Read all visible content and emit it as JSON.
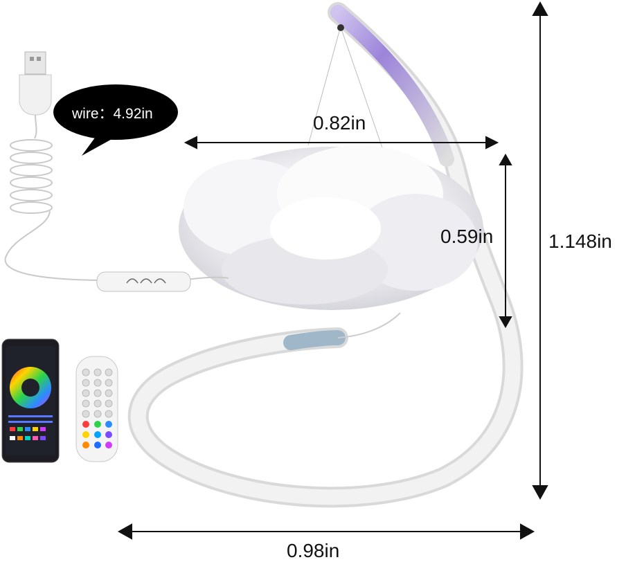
{
  "labels": {
    "wire": "wire：4.92in",
    "width_top": "0.82in",
    "cloud_height": "0.59in",
    "total_height": "1.148in",
    "base_width": "0.98in"
  },
  "colors": {
    "arrow": "#111111",
    "tube": "#e9e9e9",
    "tube_tint": "#a894d8",
    "cloud": "#f4f4f6",
    "bubble": "#000000"
  },
  "items": {
    "usb_plug": "usb-plug",
    "coiled_cable": "coiled-cable",
    "inline_controller": "inline-controller",
    "phone_app": "phone-app",
    "remote": "remote-control",
    "cloud": "cloud-lamp",
    "stand": "curved-stand"
  }
}
